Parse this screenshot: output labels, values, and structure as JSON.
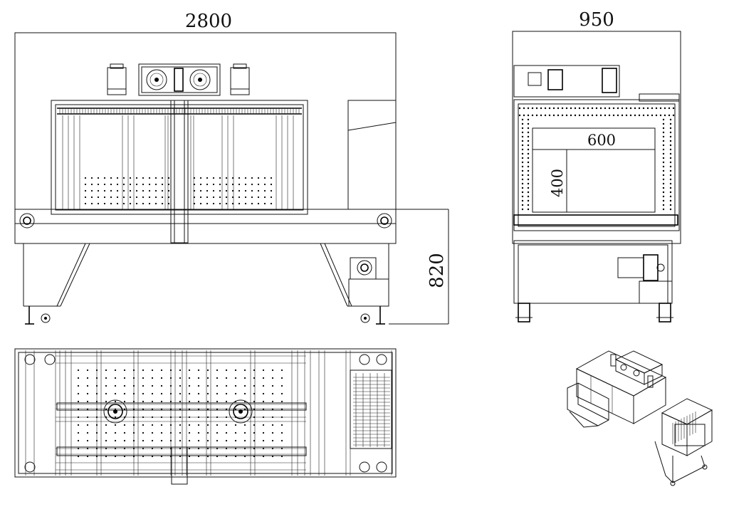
{
  "dimensions": {
    "front_width": "2800",
    "front_height": "820",
    "side_width": "950",
    "tunnel_width": "600",
    "tunnel_height": "400"
  },
  "colors": {
    "line": "#111111",
    "background": "#ffffff"
  }
}
